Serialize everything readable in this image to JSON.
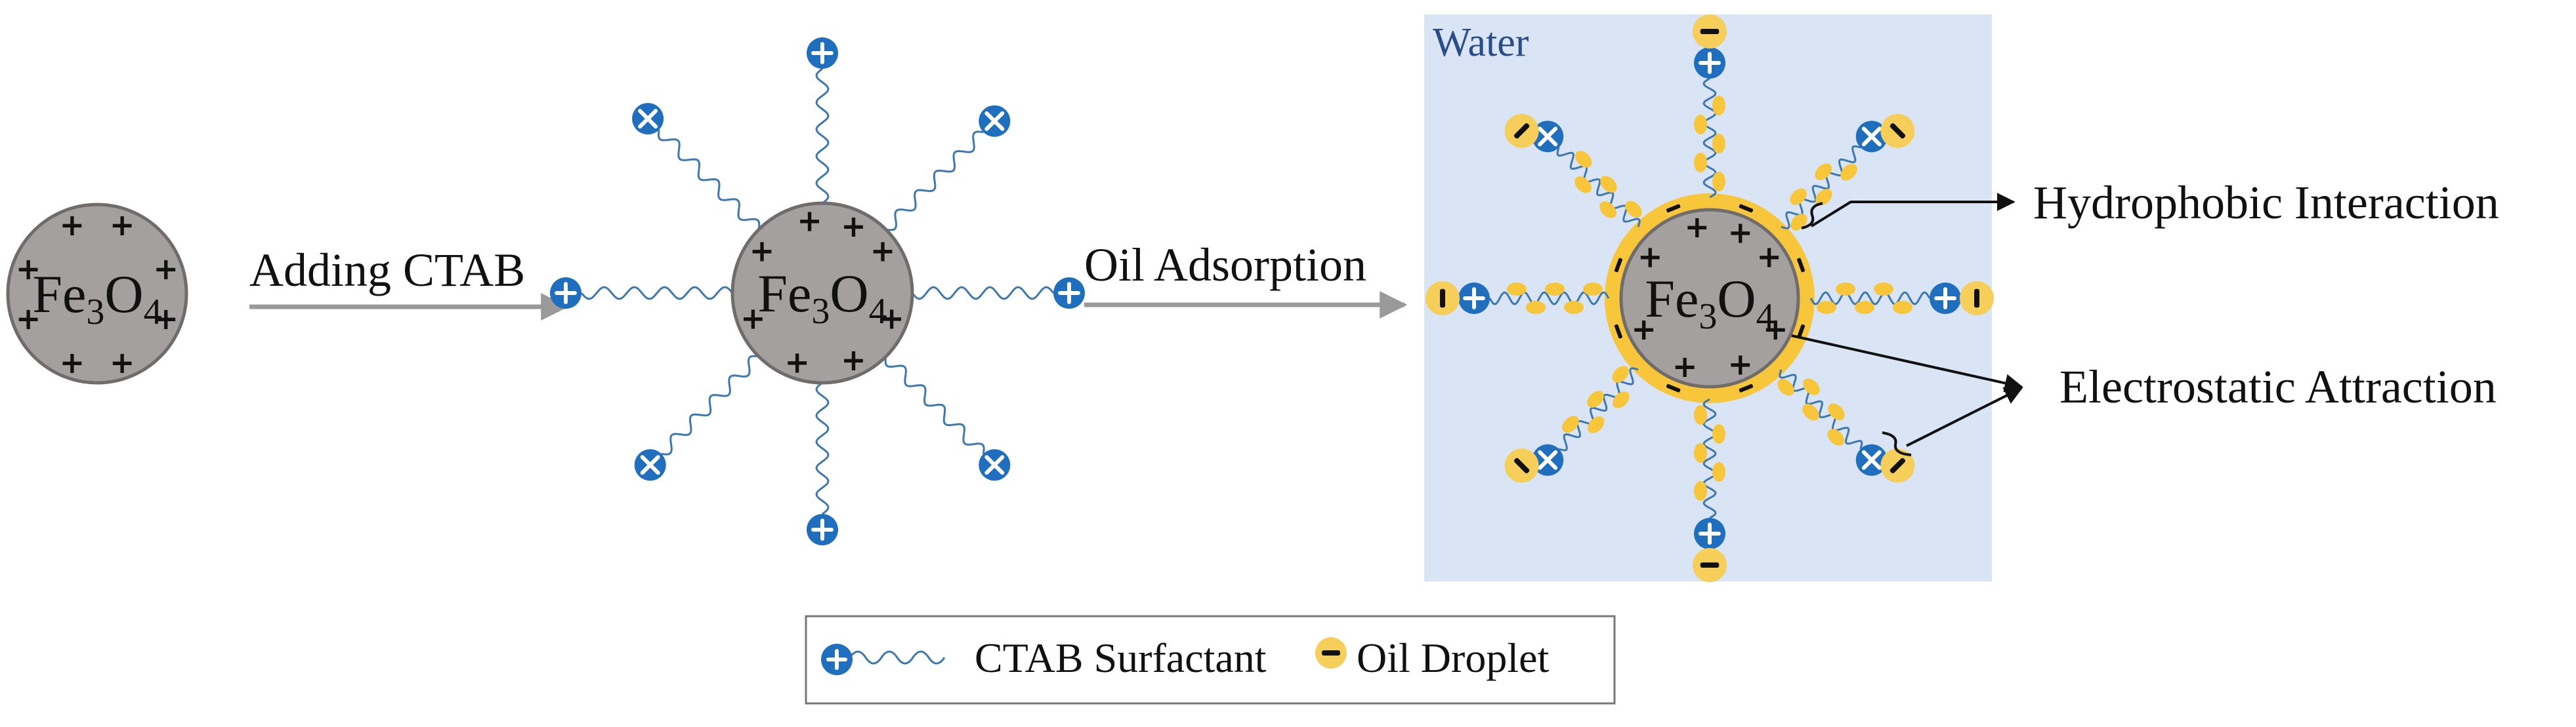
{
  "core_label": {
    "base": "Fe",
    "sub1": "3",
    "mid": "O",
    "sub2": "4"
  },
  "steps": [
    {
      "label": "Adding CTAB"
    },
    {
      "label": "Oil Adsorption"
    }
  ],
  "medium_label": "Water",
  "annotations": [
    {
      "label": "Hydrophobic Interaction"
    },
    {
      "label": "Electrostatic Attraction"
    }
  ],
  "legend": [
    {
      "label": "CTAB Surfactant"
    },
    {
      "label": "Oil Droplet"
    }
  ],
  "colors": {
    "core_fill": "#a3a09f",
    "core_stroke": "#6f6c6b",
    "head_plus": "#1f6fbe",
    "chain": "#3d78b2",
    "oil": "#f5cf5a",
    "oil_ring": "#f7c63a",
    "water_bg": "#d9e5f4",
    "arrow": "#9a9a9a",
    "water_text": "#2a4d8a"
  }
}
